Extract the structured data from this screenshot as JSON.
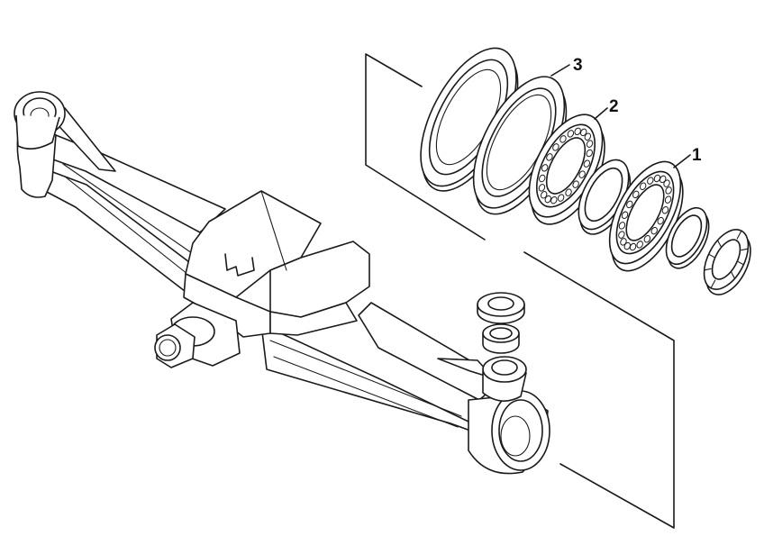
{
  "callouts": [
    {
      "label": "3"
    },
    {
      "label": "2"
    },
    {
      "label": "1"
    }
  ],
  "colors": {
    "line": "#1a1a1a",
    "background": "#ffffff"
  }
}
